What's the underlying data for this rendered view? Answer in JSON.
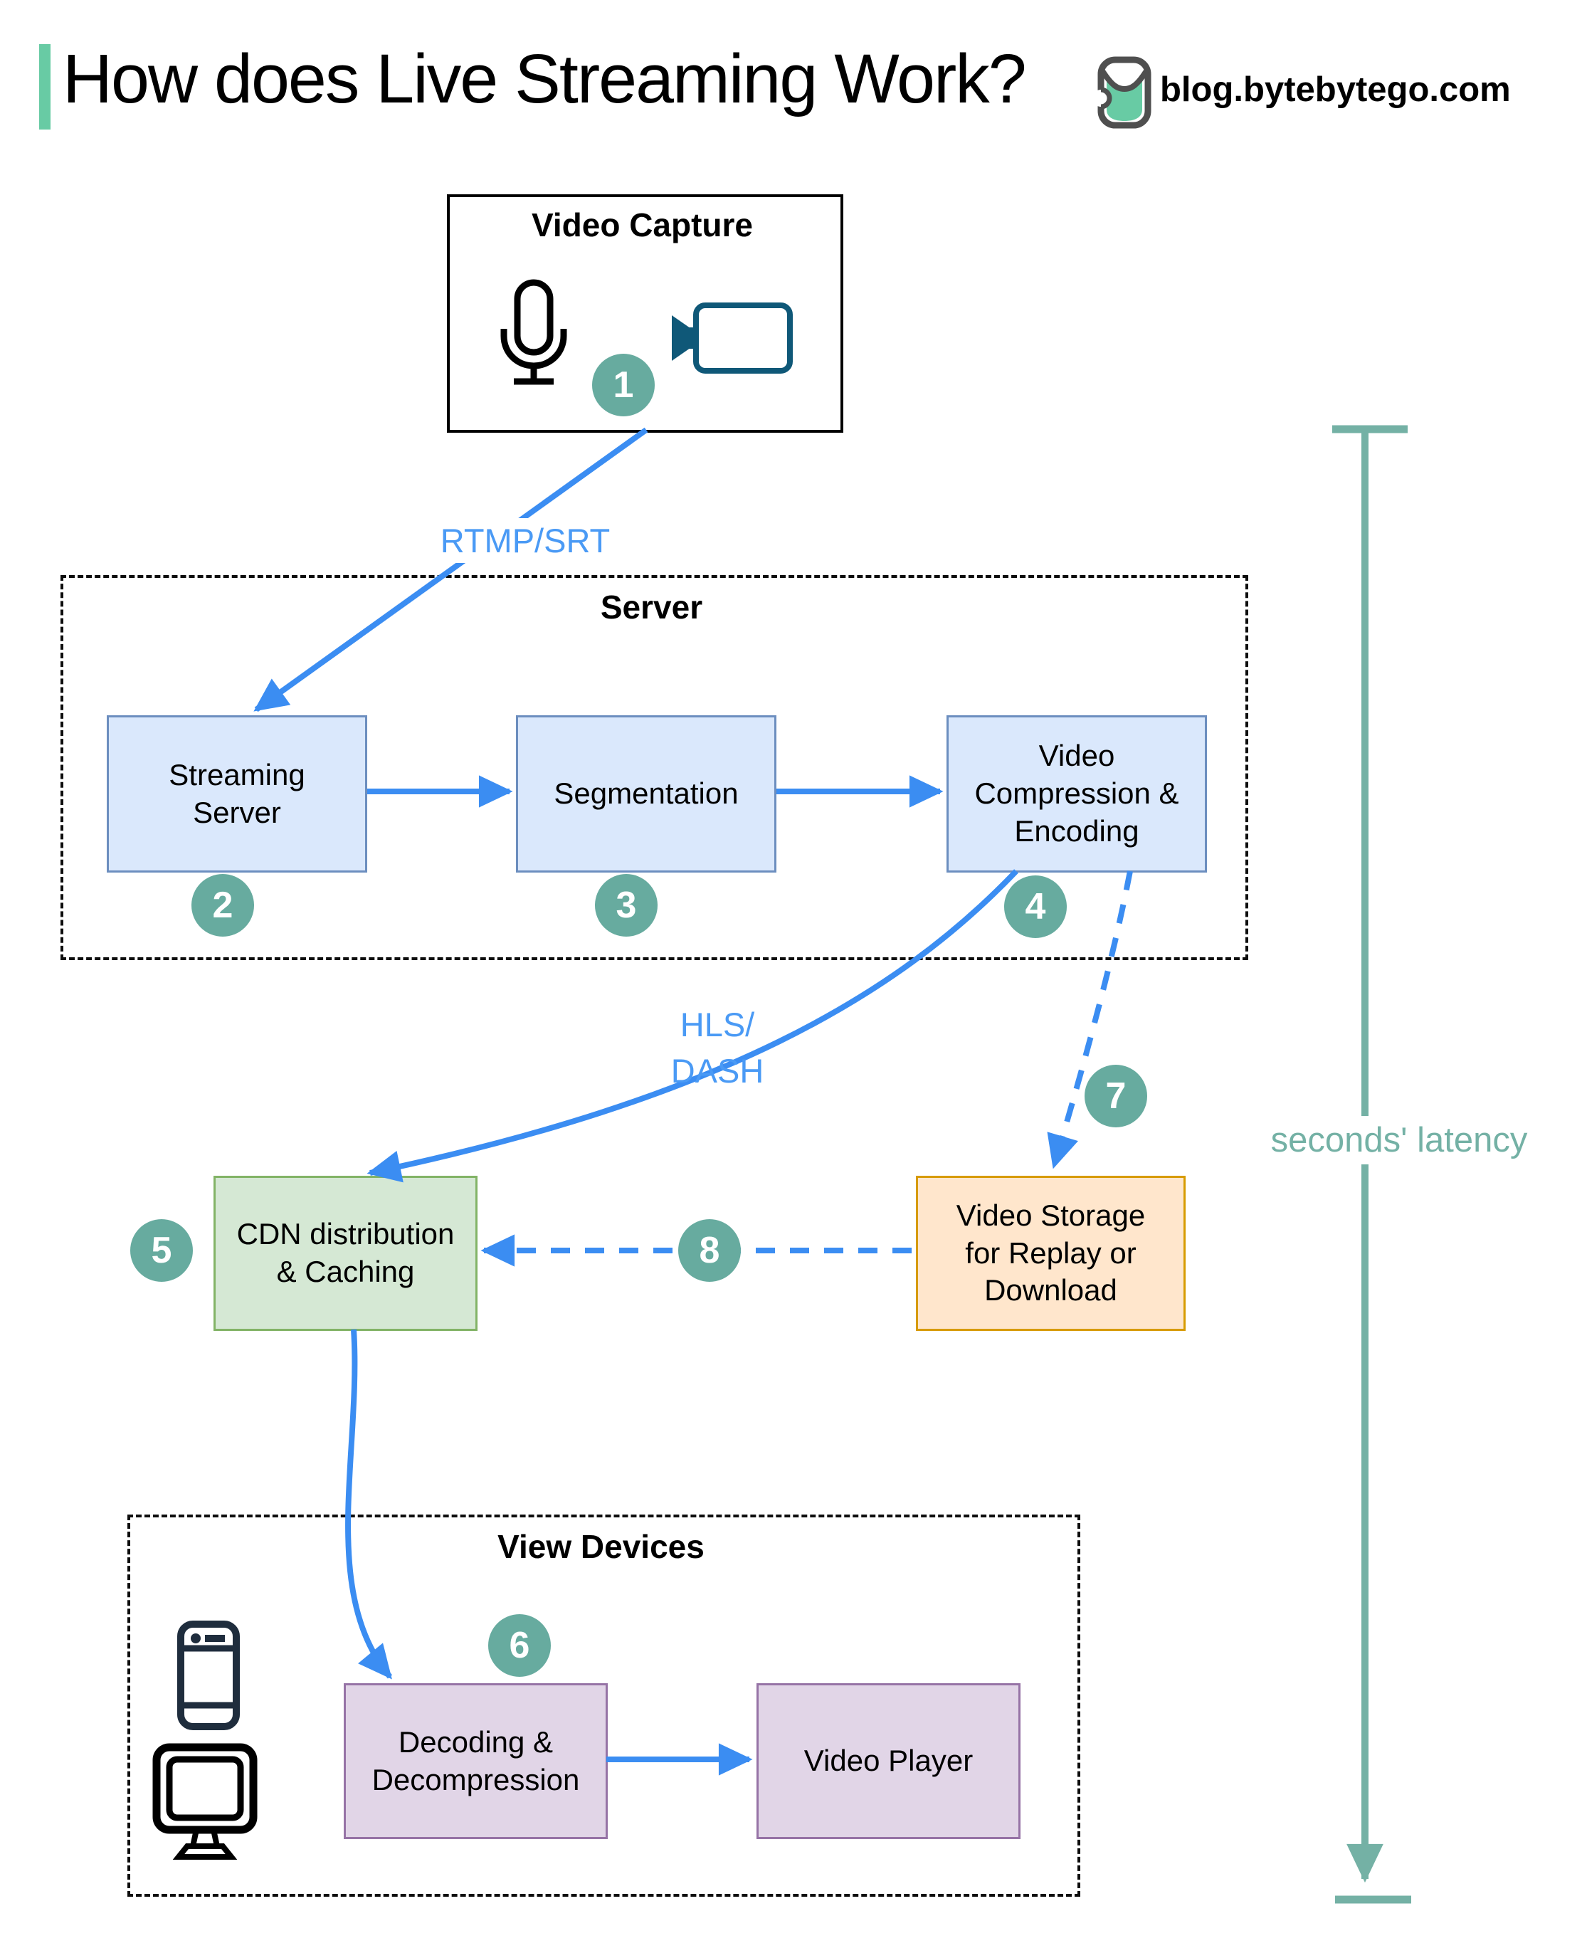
{
  "header": {
    "title": "How does Live Streaming Work?",
    "site_url": "blog.bytebytego.com"
  },
  "groups": {
    "server": "Server",
    "view_devices": "View Devices"
  },
  "nodes": {
    "video_capture": "Video Capture",
    "streaming_server": [
      "Streaming",
      "Server"
    ],
    "segmentation": "Segmentation",
    "video_compression": [
      "Video",
      "Compression &",
      "Encoding"
    ],
    "cdn": [
      "CDN distribution",
      "& Caching"
    ],
    "video_storage": [
      "Video Storage",
      "for Replay or",
      "Download"
    ],
    "decoding": [
      "Decoding &",
      "Decompression"
    ],
    "video_player": "Video Player"
  },
  "edge_labels": {
    "ingest_protocol": "RTMP/SRT",
    "delivery_protocol": [
      "HLS/",
      "DASH"
    ],
    "latency": "seconds' latency"
  },
  "steps": [
    "1",
    "2",
    "3",
    "4",
    "5",
    "6",
    "7",
    "8"
  ],
  "colors": {
    "accent_green": "#68cba4",
    "arrow_blue": "#3b8df2",
    "label_blue": "#4a9af5",
    "badge_teal": "#67ab9f",
    "latency_teal": "#74b1a5",
    "node_blue_fill": "#dae8fc",
    "node_blue_border": "#6c8ebf",
    "node_green_fill": "#d5e8d4",
    "node_green_border": "#82b366",
    "node_orange_fill": "#ffe6cc",
    "node_orange_border": "#d79b00",
    "node_purple_fill": "#e1d5e7",
    "node_purple_border": "#9673a6",
    "camera_teal": "#0f5878",
    "phone_navy": "#1f2d3d"
  }
}
